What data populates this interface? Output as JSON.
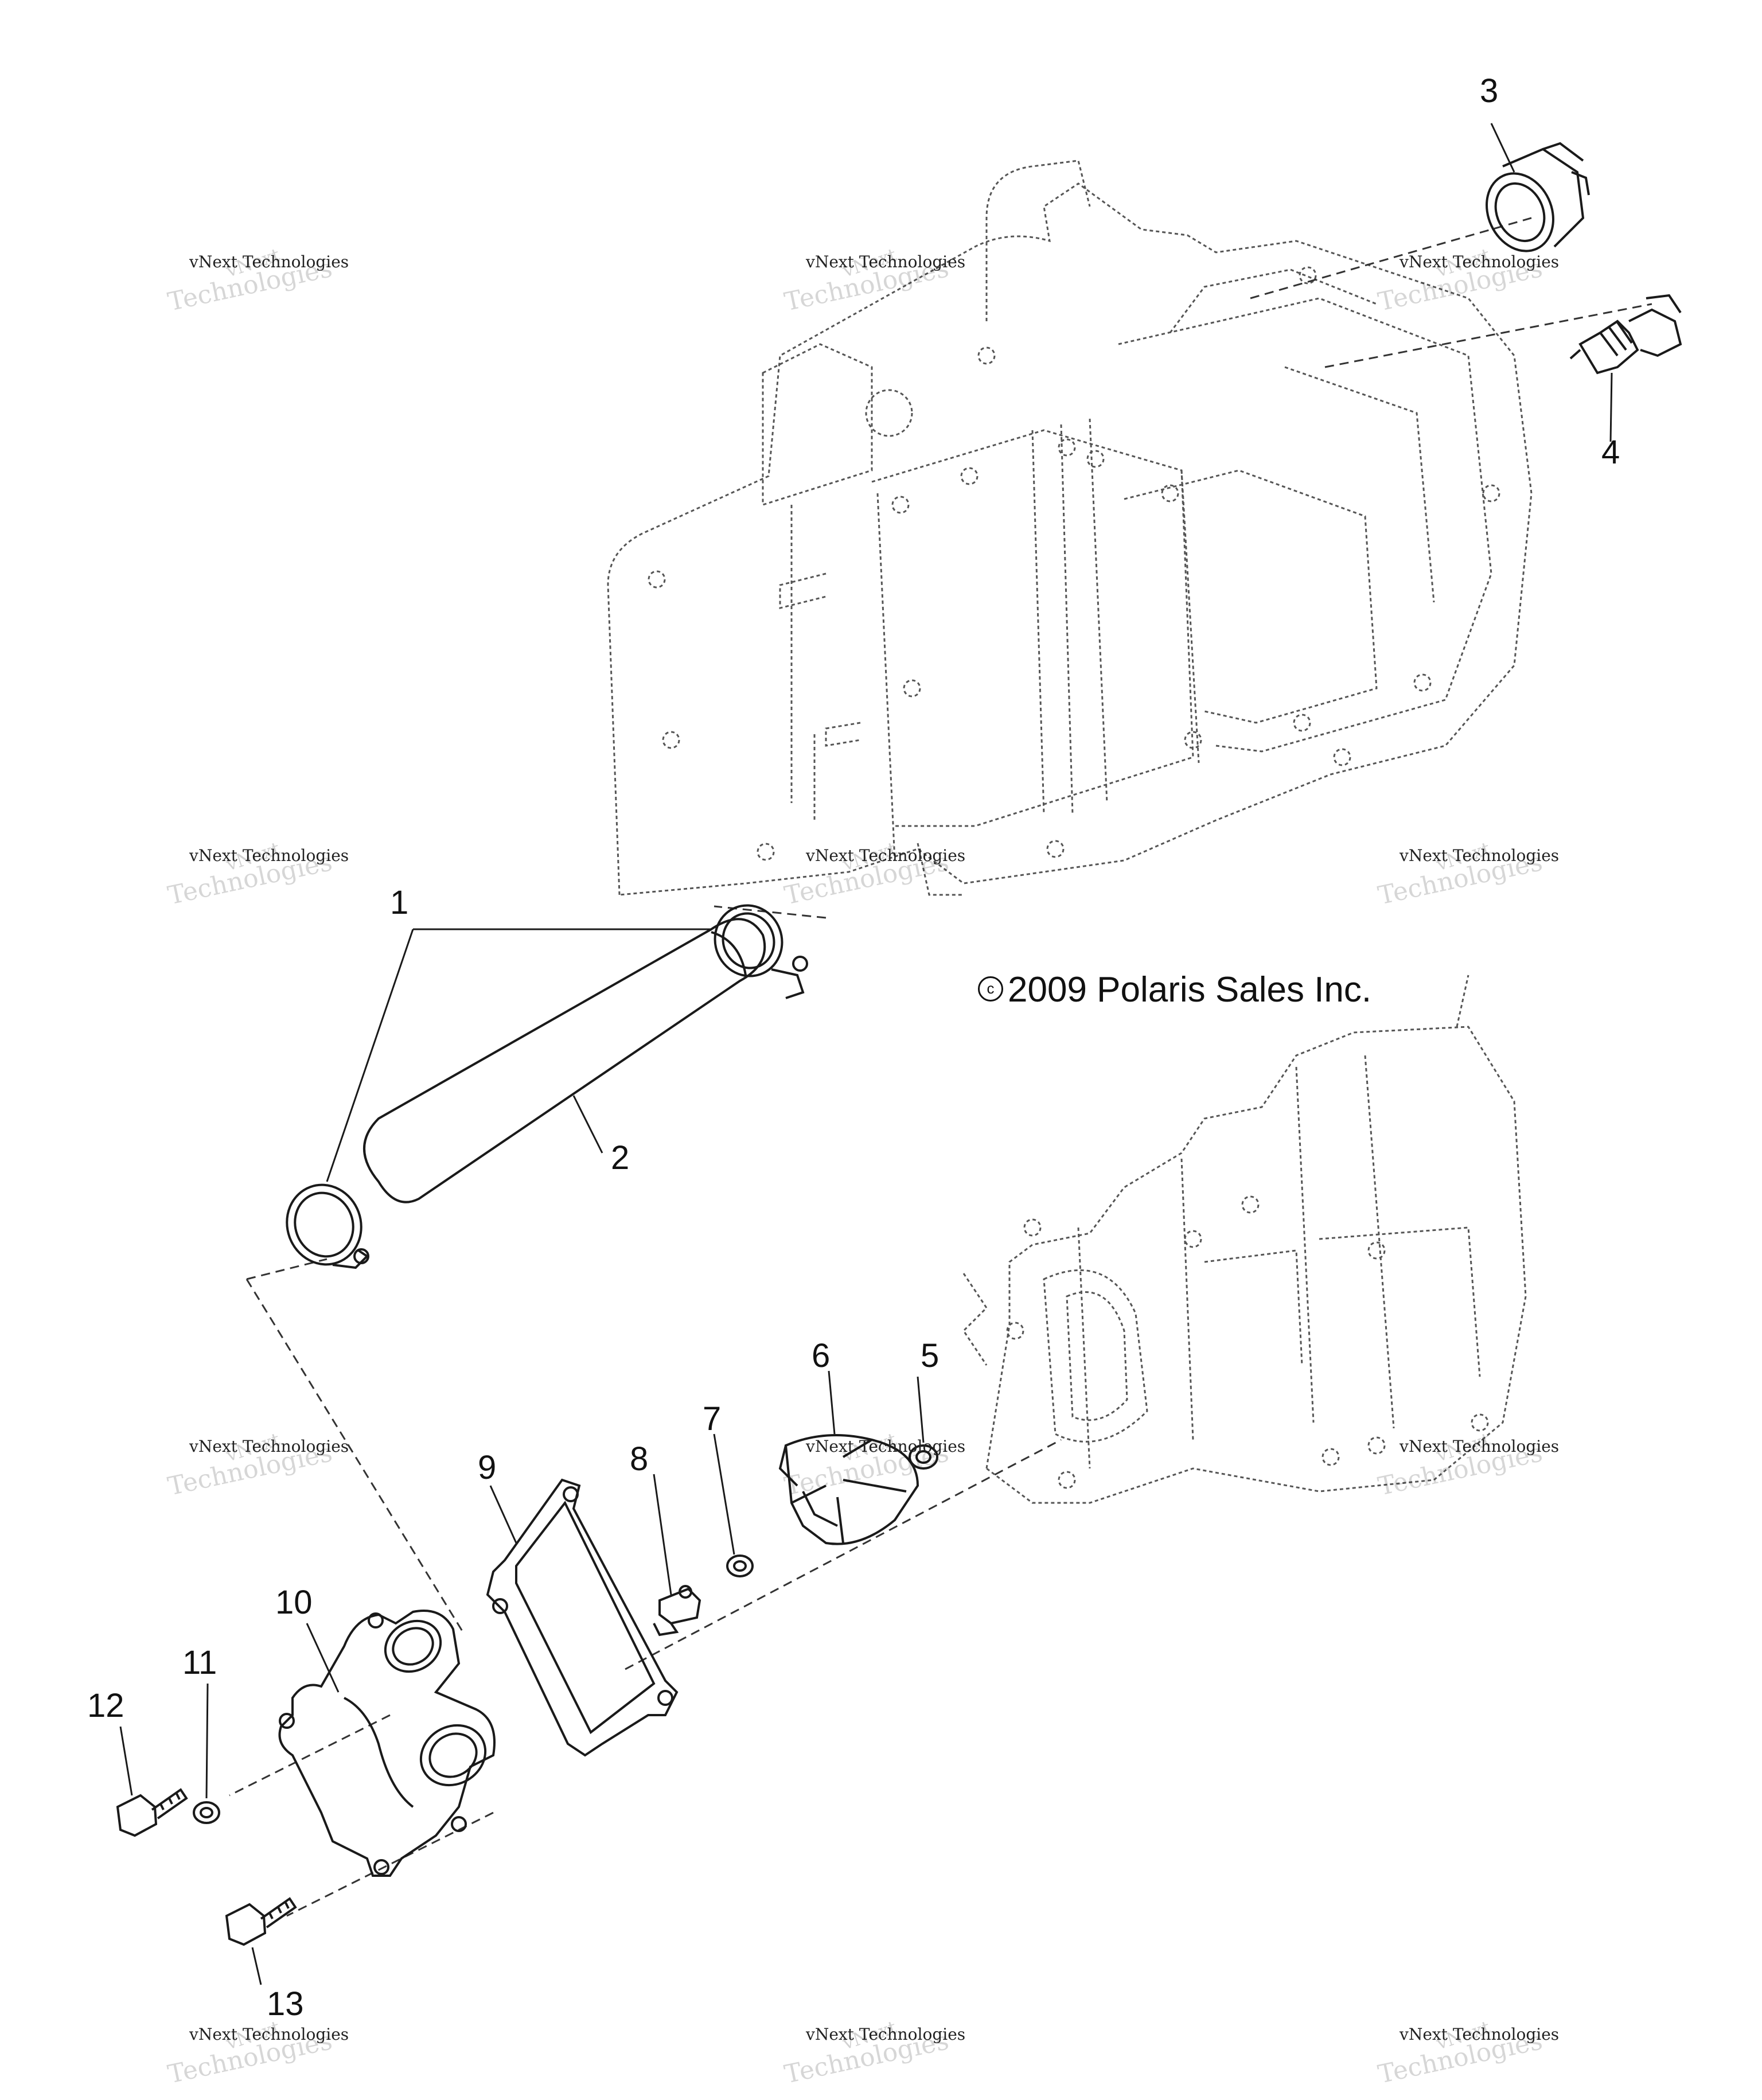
{
  "copyright": {
    "symbol": "c",
    "text": "2009 Polaris Sales Inc."
  },
  "watermark": {
    "line1": "vNext",
    "line2": "vNext Technologies",
    "line3": "Technologies"
  },
  "callouts": {
    "c1": "1",
    "c2": "2",
    "c3": "3",
    "c4": "4",
    "c5": "5",
    "c6": "6",
    "c7": "7",
    "c8": "8",
    "c9": "9",
    "c10": "10",
    "c11": "11",
    "c12": "12",
    "c13": "13"
  }
}
